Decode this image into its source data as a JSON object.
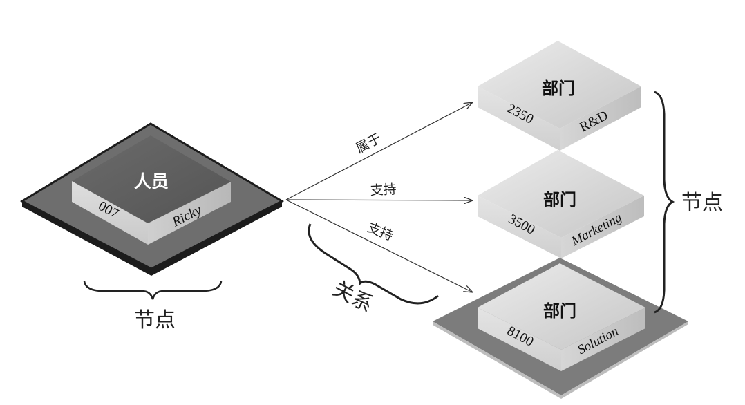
{
  "person_node": {
    "title": "人员",
    "id": "007",
    "name": "Ricky"
  },
  "departments": [
    {
      "title": "部门",
      "id": "2350",
      "name": "R&D"
    },
    {
      "title": "部门",
      "id": "3500",
      "name": "Marketing"
    },
    {
      "title": "部门",
      "id": "8100",
      "name": "Solution"
    }
  ],
  "relationships": [
    {
      "label": "属于"
    },
    {
      "label": "支持"
    },
    {
      "label": "支持"
    }
  ],
  "annotations": {
    "node_left": "节点",
    "node_right": "节点",
    "relationship": "关系"
  }
}
